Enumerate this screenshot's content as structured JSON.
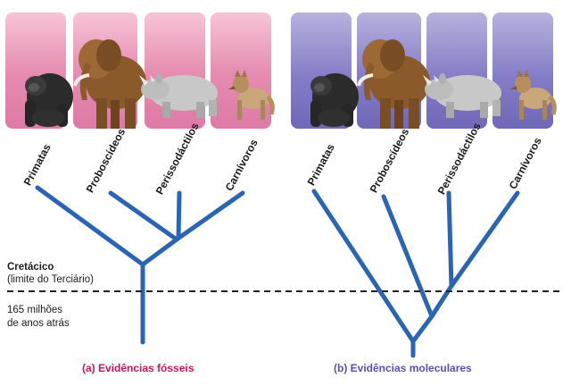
{
  "trees": {
    "fossil": {
      "caption": "(a) Evidências fósseis",
      "caption_color": "#c2185b",
      "panel_color": "#e58ab0",
      "labels": [
        "Primatas",
        "Proboscídeos",
        "Perissodáctilos",
        "Carnívoros"
      ]
    },
    "molecular": {
      "caption": "(b) Evidências moleculares",
      "caption_color": "#5a4fb0",
      "panel_color": "#857dc6",
      "labels": [
        "Primatas",
        "Proboscídeos",
        "Perissodáctilos",
        "Carnívoros"
      ]
    }
  },
  "timeline": {
    "boundary_title": "Cretácico",
    "boundary_subtitle": "(limite do Terciário)",
    "age_line1": "165 milhões",
    "age_line2": "de anos atrás"
  },
  "colors": {
    "branch": "#2a64b5",
    "dashed_line": "#222222"
  },
  "animals": [
    "gorilla",
    "elephant",
    "rhinoceros",
    "wolf"
  ]
}
